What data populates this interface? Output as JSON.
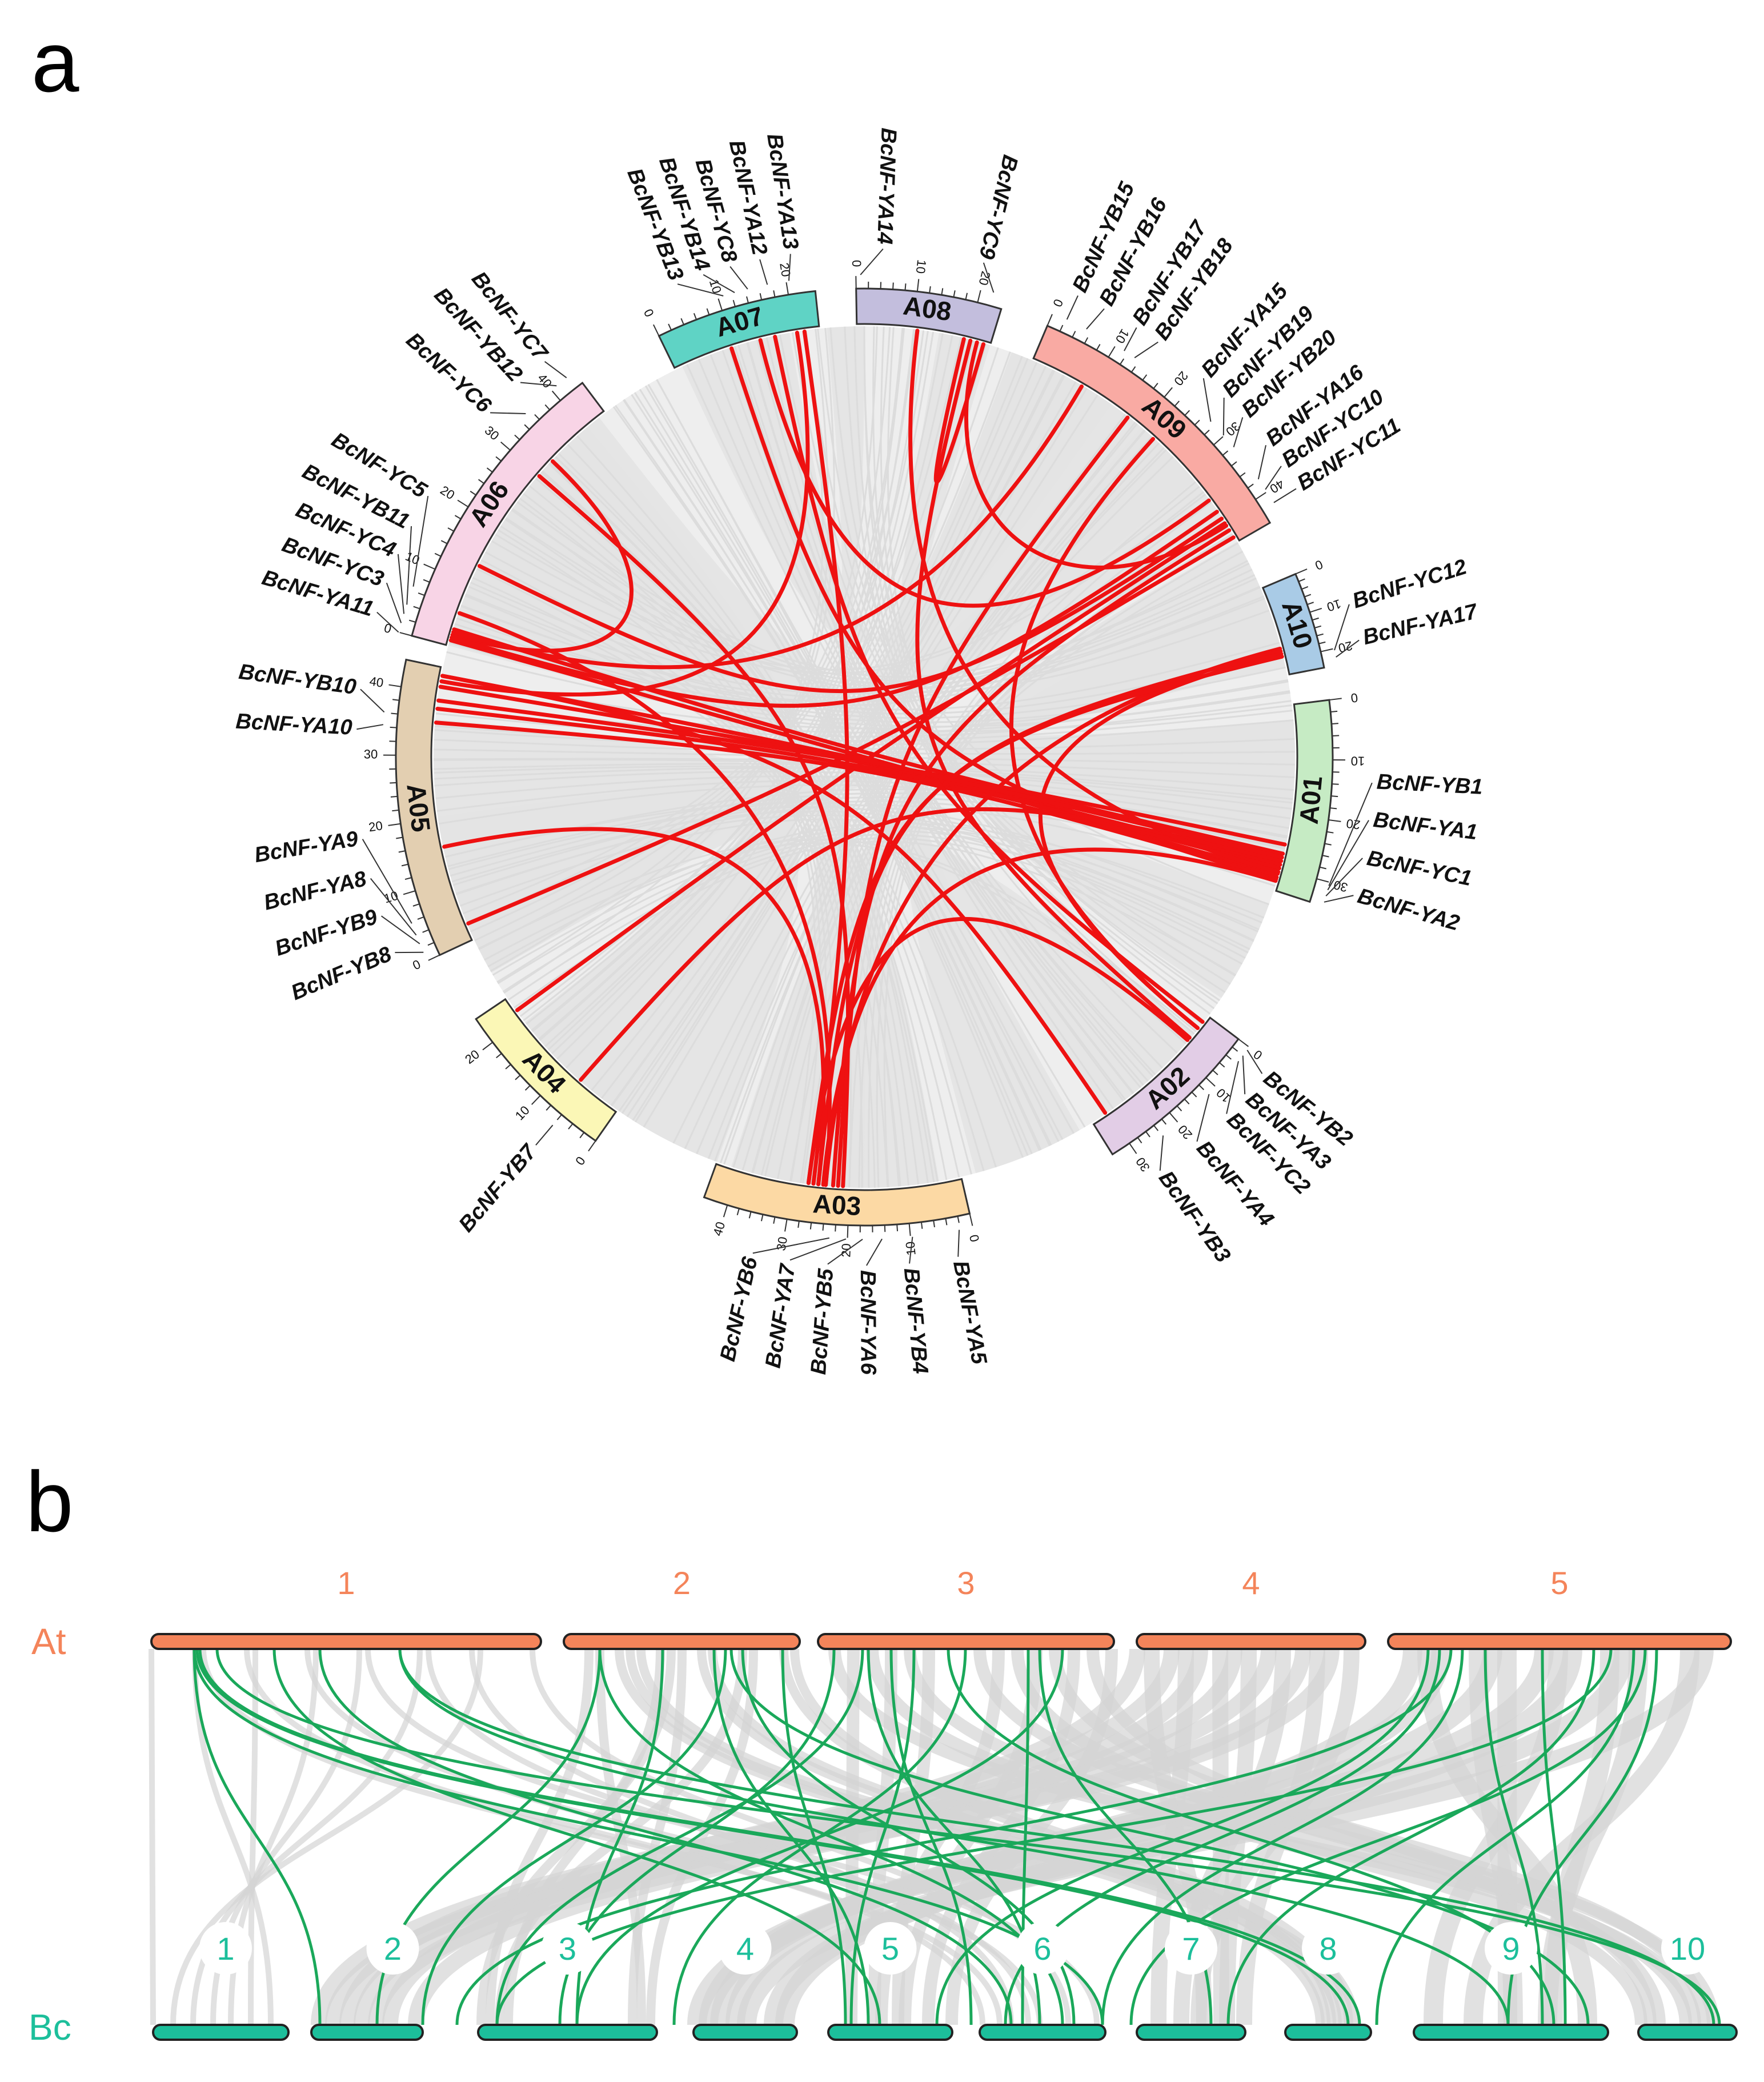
{
  "panel_a": {
    "letter": "a",
    "colors": {
      "link": "#ee1111",
      "background_link": "#e3e3e3",
      "A01": "#c6ebc4",
      "A02": "#e2cde6",
      "A03": "#fcd9a4",
      "A04": "#fbf7b6",
      "A05": "#e3cfb1",
      "A06": "#f8d4e6",
      "A07": "#5fd3c5",
      "A08": "#c3bedd",
      "A09": "#f9aaa3",
      "A10": "#a9cbe6"
    },
    "chromosomes": [
      {
        "name": "A01",
        "ticks": [
          "0",
          "10",
          "20",
          "30"
        ]
      },
      {
        "name": "A02",
        "ticks": [
          "0",
          "10",
          "20",
          "30"
        ]
      },
      {
        "name": "A03",
        "ticks": [
          "0",
          "10",
          "20",
          "30",
          "40"
        ]
      },
      {
        "name": "A04",
        "ticks": [
          "0",
          "10",
          "20"
        ]
      },
      {
        "name": "A05",
        "ticks": [
          "0",
          "10",
          "20",
          "30",
          "40"
        ]
      },
      {
        "name": "A06",
        "ticks": [
          "0",
          "10",
          "20",
          "30",
          "40"
        ]
      },
      {
        "name": "A07",
        "ticks": [
          "0",
          "10",
          "20"
        ]
      },
      {
        "name": "A08",
        "ticks": [
          "0",
          "10",
          "20"
        ]
      },
      {
        "name": "A09",
        "ticks": [
          "0",
          "10",
          "20",
          "30",
          "40"
        ]
      },
      {
        "name": "A10",
        "ticks": [
          "0",
          "10",
          "20"
        ]
      }
    ],
    "genes": [
      "BcNF-YB1",
      "BcNF-YA1",
      "BcNF-YC1",
      "BcNF-YA2",
      "BcNF-YB2",
      "BcNF-YA3",
      "BcNF-YC2",
      "BcNF-YA4",
      "BcNF-YB3",
      "BcNF-YA5",
      "BcNF-YB4",
      "BcNF-YA6",
      "BcNF-YB5",
      "BcNF-YA7",
      "BcNF-YB6",
      "BcNF-YB7",
      "BcNF-YB8",
      "BcNF-YB9",
      "BcNF-YA8",
      "BcNF-YA9",
      "BcNF-YA10",
      "BcNF-YB10",
      "BcNF-YA11",
      "BcNF-YC3",
      "BcNF-YC4",
      "BcNF-YB11",
      "BcNF-YC5",
      "BcNF-YC6",
      "BcNF-YB12",
      "BcNF-YC7",
      "BcNF-YB13",
      "BcNF-YB14",
      "BcNF-YC8",
      "BcNF-YA12",
      "BcNF-YA13",
      "BcNF-YA14",
      "BcNF-YC9",
      "BcNF-YB15",
      "BcNF-YB16",
      "BcNF-YB17",
      "BcNF-YB18",
      "BcNF-YA15",
      "BcNF-YB19",
      "BcNF-YB20",
      "BcNF-YA16",
      "BcNF-YC10",
      "BcNF-YC11",
      "BcNF-YC12",
      "BcNF-YA17"
    ]
  },
  "panel_b": {
    "letter": "b",
    "colors": {
      "at": "#f4845a",
      "bc": "#1cbf9b",
      "link": "#1aa85a",
      "background_link": "#d4d4d4"
    },
    "at_species": "At",
    "bc_species": "Bc",
    "at_chromosomes": [
      "1",
      "2",
      "3",
      "4",
      "5"
    ],
    "bc_chromosomes": [
      "1",
      "2",
      "3",
      "4",
      "5",
      "6",
      "7",
      "8",
      "9",
      "10"
    ]
  }
}
